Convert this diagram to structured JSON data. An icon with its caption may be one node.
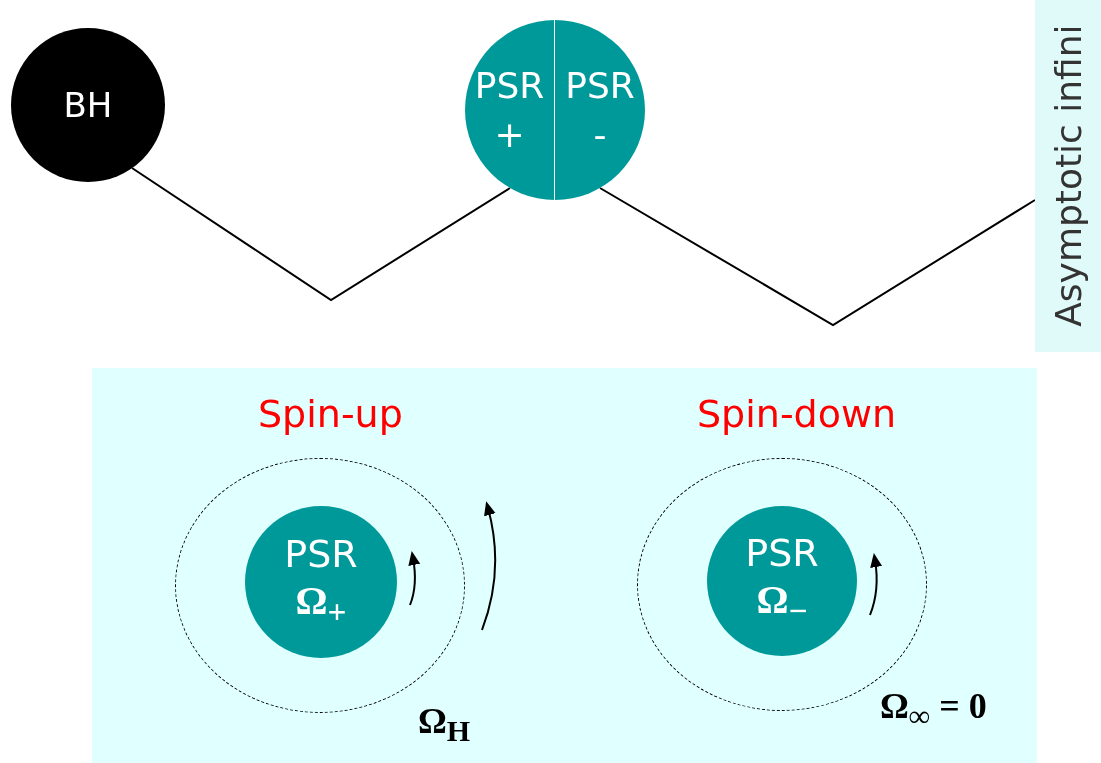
{
  "diagram": {
    "nodes": [
      {
        "text": [
          "BH"
        ]
      },
      {
        "text": [
          "PSR",
          "+"
        ]
      },
      {
        "text": [
          "PSR",
          "-"
        ]
      },
      {
        "text": [
          "Asymptotic infini"
        ]
      },
      {
        "text": [],
        "shape": "box"
      },
      {
        "text": [],
        "shape": "circle",
        "in": 4,
        "beside": [
          "Ω$_{H}$"
        ]
      },
      {
        "text": [
          "PSR",
          "Ω$_{+}$"
        ],
        "in": 5
      },
      {
        "text": [],
        "shape": "circle",
        "in": 4,
        "beside": [
          "Ω$_{∞}$ = 0"
        ]
      },
      {
        "text": [
          "PSR",
          "Ω$_{−}$"
        ],
        "in": 7
      }
    ],
    "edges": [
      {
        "from": 0,
        "to": 1,
        "arrow": "none"
      },
      {
        "from": 2,
        "to": 3,
        "arrow": "none"
      }
    ],
    "labels": [
      "Spin-up",
      "Spin-down"
    ]
  }
}
